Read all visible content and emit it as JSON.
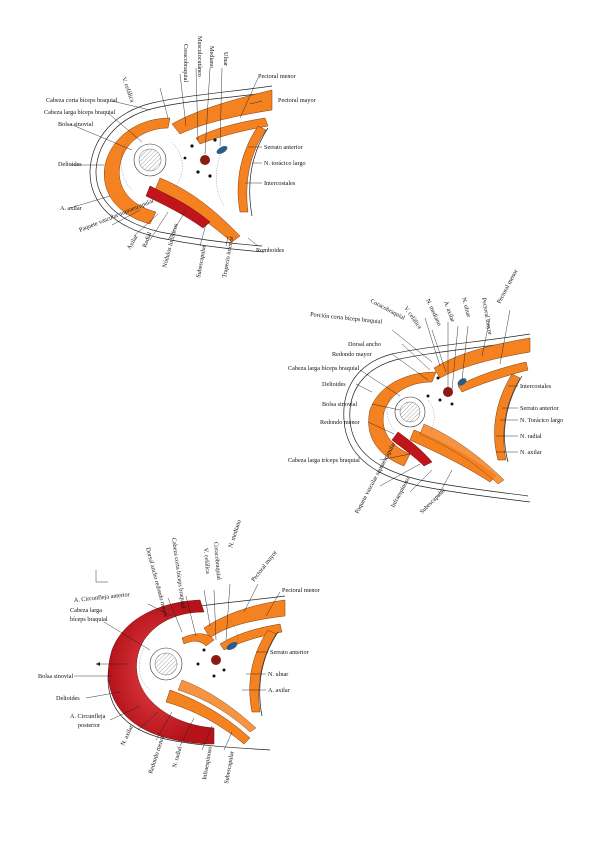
{
  "diagram_top": {
    "labels": [
      "V. cefálica",
      "Coracobraquial",
      "Musculocutáneo",
      "Mediano",
      "Ulnar",
      "Pectoral menor",
      "Pectoral mayor",
      "Cabeza corta bíceps braquial",
      "Cabeza larga bíceps braquial",
      "Bolsa sinovial",
      "Deltoides",
      "A. axilar",
      "Serrato anterior",
      "N. torácico largo",
      "Intercostales",
      "Paquete vascular supraescapular",
      "Axilar",
      "Radial",
      "Nódulos linfáticos",
      "Subescapular",
      "Trapecio inferior",
      "Romboides"
    ]
  },
  "diagram_middle": {
    "labels": [
      "Porción corta bíceps braquial",
      "Coracobraquial",
      "V. cefálica",
      "N. mediano",
      "A. axilar",
      "N. ulnar",
      "Pectoral mayor",
      "Pectoral menor",
      "Dorsal ancho",
      "Redondo mayor",
      "Cabeza larga bíceps braquial",
      "Deltoides",
      "Bolsa sinovial",
      "Redondo menor",
      "Cabeza larga tríceps braquial",
      "Paquete vascular supraescapular",
      "Infraespinoso",
      "Subescapular",
      "Intercostales",
      "Serrato anterior",
      "N. Torácico largo",
      "N. radial",
      "N. axilar"
    ]
  },
  "diagram_bottom": {
    "labels": [
      "Dorsal ancho redondo mayor",
      "Cabeza corta bíceps braquial",
      "V. cefálica",
      "Coracobraquial",
      "N. mediano",
      "Pectoral mayor",
      "Pectoral menor",
      "A. Circunfleja anterior",
      "Cabeza larga",
      "bíceps braquial",
      "Bolsa sinovial",
      "Deltoides",
      "A. Circunfleja",
      "posterior",
      "N. axilar",
      "Redondo menor",
      "N. radial",
      "Infraespinoso",
      "Subescapular",
      "Serrato anterior",
      "N. ulnar",
      "A. axilar"
    ]
  },
  "colors": {
    "muscle": "#f58220",
    "highlight_red": "#c0161b",
    "line": "#222222"
  }
}
